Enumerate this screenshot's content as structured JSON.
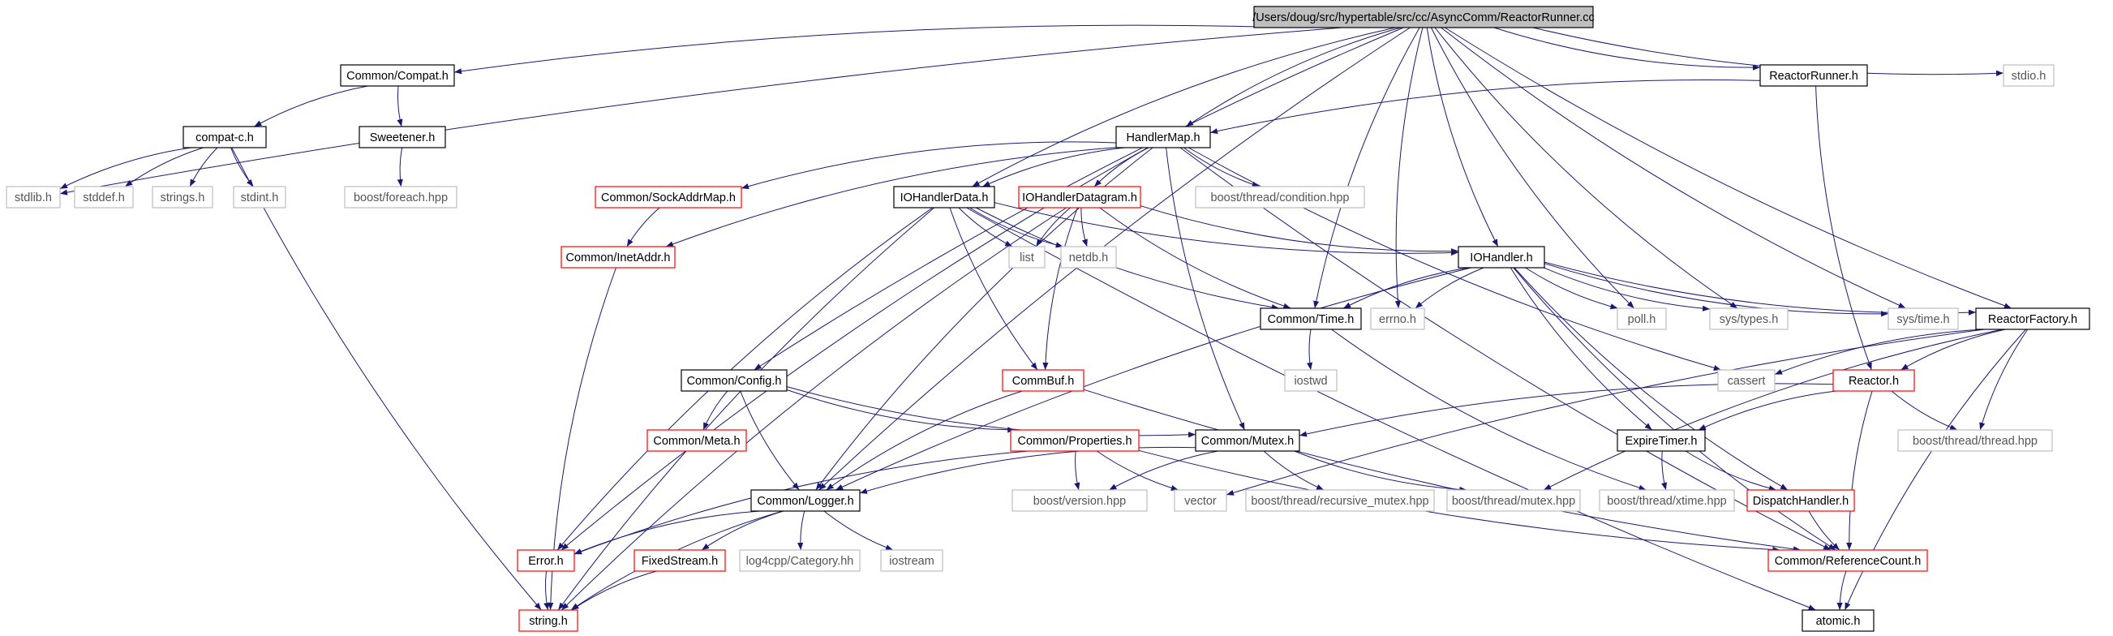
{
  "graph": {
    "root": "/Users/doug/src/hypertable/src/cc/AsyncComm/ReactorRunner.cc",
    "styles": {
      "edge": "#191970",
      "black_border": "#000000",
      "red_border": "#ff0000",
      "gray_border": "#bfbfbf",
      "root_fill": "#bfbfbf",
      "node_fill": "#ffffff",
      "missing_text": "#555555"
    },
    "nodes": [
      {
        "id": "root",
        "label": "/Users/doug/src/hypertable/src/cc/AsyncComm/ReactorRunner.cc",
        "style": "root"
      },
      {
        "id": "compat",
        "label": "Common/Compat.h",
        "style": "black"
      },
      {
        "id": "reactorrunner",
        "label": "ReactorRunner.h",
        "style": "black"
      },
      {
        "id": "stdio",
        "label": "stdio.h",
        "style": "gray"
      },
      {
        "id": "compatc",
        "label": "compat-c.h",
        "style": "black"
      },
      {
        "id": "sweetener",
        "label": "Sweetener.h",
        "style": "black"
      },
      {
        "id": "handlermap",
        "label": "HandlerMap.h",
        "style": "black"
      },
      {
        "id": "stdlib",
        "label": "stdlib.h",
        "style": "gray"
      },
      {
        "id": "stddef",
        "label": "stddef.h",
        "style": "gray"
      },
      {
        "id": "strings",
        "label": "strings.h",
        "style": "gray"
      },
      {
        "id": "stdint",
        "label": "stdint.h",
        "style": "gray"
      },
      {
        "id": "foreach",
        "label": "boost/foreach.hpp",
        "style": "gray"
      },
      {
        "id": "sockaddrmap",
        "label": "Common/SockAddrMap.h",
        "style": "red"
      },
      {
        "id": "iohandlerdata",
        "label": "IOHandlerData.h",
        "style": "black"
      },
      {
        "id": "iohandlerdatagram",
        "label": "IOHandlerDatagram.h",
        "style": "red"
      },
      {
        "id": "condition",
        "label": "boost/thread/condition.hpp",
        "style": "gray"
      },
      {
        "id": "inetaddr",
        "label": "Common/InetAddr.h",
        "style": "red"
      },
      {
        "id": "list",
        "label": "list",
        "style": "gray"
      },
      {
        "id": "netdb",
        "label": "netdb.h",
        "style": "gray"
      },
      {
        "id": "iohandler",
        "label": "IOHandler.h",
        "style": "black"
      },
      {
        "id": "time",
        "label": "Common/Time.h",
        "style": "black"
      },
      {
        "id": "errno",
        "label": "errno.h",
        "style": "gray"
      },
      {
        "id": "poll",
        "label": "poll.h",
        "style": "gray"
      },
      {
        "id": "systypes",
        "label": "sys/types.h",
        "style": "gray"
      },
      {
        "id": "systime",
        "label": "sys/time.h",
        "style": "gray"
      },
      {
        "id": "reactorfactory",
        "label": "ReactorFactory.h",
        "style": "black"
      },
      {
        "id": "config",
        "label": "Common/Config.h",
        "style": "black"
      },
      {
        "id": "commbuf",
        "label": "CommBuf.h",
        "style": "red"
      },
      {
        "id": "iostwd",
        "label": "iostwd",
        "style": "gray"
      },
      {
        "id": "cassert",
        "label": "cassert",
        "style": "gray"
      },
      {
        "id": "reactor",
        "label": "Reactor.h",
        "style": "red"
      },
      {
        "id": "meta",
        "label": "Common/Meta.h",
        "style": "red"
      },
      {
        "id": "properties",
        "label": "Common/Properties.h",
        "style": "red"
      },
      {
        "id": "mutex",
        "label": "Common/Mutex.h",
        "style": "black"
      },
      {
        "id": "expiretimer",
        "label": "ExpireTimer.h",
        "style": "black"
      },
      {
        "id": "threadhpp",
        "label": "boost/thread/thread.hpp",
        "style": "gray"
      },
      {
        "id": "logger",
        "label": "Common/Logger.h",
        "style": "black"
      },
      {
        "id": "version",
        "label": "boost/version.hpp",
        "style": "gray"
      },
      {
        "id": "vector",
        "label": "vector",
        "style": "gray"
      },
      {
        "id": "recmutex",
        "label": "boost/thread/recursive_mutex.hpp",
        "style": "gray"
      },
      {
        "id": "mutexhpp",
        "label": "boost/thread/mutex.hpp",
        "style": "gray"
      },
      {
        "id": "xtime",
        "label": "boost/thread/xtime.hpp",
        "style": "gray"
      },
      {
        "id": "dispatch",
        "label": "DispatchHandler.h",
        "style": "red"
      },
      {
        "id": "error",
        "label": "Error.h",
        "style": "red"
      },
      {
        "id": "fixedstream",
        "label": "FixedStream.h",
        "style": "red"
      },
      {
        "id": "log4cpp",
        "label": "log4cpp/Category.hh",
        "style": "gray"
      },
      {
        "id": "iostream",
        "label": "iostream",
        "style": "gray"
      },
      {
        "id": "refcount",
        "label": "Common/ReferenceCount.h",
        "style": "red"
      },
      {
        "id": "string",
        "label": "string.h",
        "style": "red"
      },
      {
        "id": "atomic",
        "label": "atomic.h",
        "style": "black"
      }
    ],
    "edges": [
      [
        "root",
        "compat"
      ],
      [
        "root",
        "reactorrunner"
      ],
      [
        "root",
        "stdio"
      ],
      [
        "root",
        "stdlib"
      ],
      [
        "root",
        "handlermap"
      ],
      [
        "root",
        "iohandlerdata"
      ],
      [
        "root",
        "iohandler"
      ],
      [
        "root",
        "time"
      ],
      [
        "root",
        "errno"
      ],
      [
        "root",
        "poll"
      ],
      [
        "root",
        "systypes"
      ],
      [
        "root",
        "systime"
      ],
      [
        "root",
        "reactorfactory"
      ],
      [
        "root",
        "config"
      ],
      [
        "root",
        "logger"
      ],
      [
        "compat",
        "compatc"
      ],
      [
        "compat",
        "sweetener"
      ],
      [
        "compatc",
        "stdlib"
      ],
      [
        "compatc",
        "stddef"
      ],
      [
        "compatc",
        "strings"
      ],
      [
        "compatc",
        "stdint"
      ],
      [
        "compatc",
        "string"
      ],
      [
        "sweetener",
        "foreach"
      ],
      [
        "reactorrunner",
        "handlermap"
      ],
      [
        "reactorrunner",
        "reactor"
      ],
      [
        "handlermap",
        "sockaddrmap"
      ],
      [
        "handlermap",
        "iohandlerdata"
      ],
      [
        "handlermap",
        "iohandlerdatagram"
      ],
      [
        "handlermap",
        "condition"
      ],
      [
        "handlermap",
        "inetaddr"
      ],
      [
        "handlermap",
        "error"
      ],
      [
        "handlermap",
        "logger"
      ],
      [
        "handlermap",
        "mutex"
      ],
      [
        "handlermap",
        "refcount"
      ],
      [
        "handlermap",
        "cassert"
      ],
      [
        "sockaddrmap",
        "inetaddr"
      ],
      [
        "inetaddr",
        "string"
      ],
      [
        "iohandlerdata",
        "list"
      ],
      [
        "iohandlerdata",
        "netdb"
      ],
      [
        "iohandlerdata",
        "iohandler"
      ],
      [
        "iohandlerdata",
        "time"
      ],
      [
        "iohandlerdata",
        "commbuf"
      ],
      [
        "iohandlerdata",
        "error"
      ],
      [
        "iohandlerdata",
        "string"
      ],
      [
        "iohandlerdata",
        "atomic"
      ],
      [
        "iohandlerdatagram",
        "list"
      ],
      [
        "iohandlerdatagram",
        "netdb"
      ],
      [
        "iohandlerdatagram",
        "iohandler"
      ],
      [
        "iohandlerdatagram",
        "time"
      ],
      [
        "iohandlerdatagram",
        "commbuf"
      ],
      [
        "iohandlerdatagram",
        "string"
      ],
      [
        "iohandler",
        "time"
      ],
      [
        "iohandler",
        "errno"
      ],
      [
        "iohandler",
        "poll"
      ],
      [
        "iohandler",
        "systypes"
      ],
      [
        "iohandler",
        "systime"
      ],
      [
        "iohandler",
        "reactorfactory"
      ],
      [
        "iohandler",
        "expiretimer"
      ],
      [
        "iohandler",
        "dispatch"
      ],
      [
        "iohandler",
        "refcount"
      ],
      [
        "iohandler",
        "logger"
      ],
      [
        "time",
        "iostwd"
      ],
      [
        "time",
        "xtime"
      ],
      [
        "reactorfactory",
        "cassert"
      ],
      [
        "reactorfactory",
        "reactor"
      ],
      [
        "reactorfactory",
        "threadhpp"
      ],
      [
        "reactorfactory",
        "vector"
      ],
      [
        "reactorfactory",
        "mutexhpp"
      ],
      [
        "reactorfactory",
        "atomic"
      ],
      [
        "reactor",
        "mutex"
      ],
      [
        "reactor",
        "expiretimer"
      ],
      [
        "reactor",
        "threadhpp"
      ],
      [
        "reactor",
        "refcount"
      ],
      [
        "config",
        "meta"
      ],
      [
        "config",
        "properties"
      ],
      [
        "config",
        "logger"
      ],
      [
        "config",
        "mutex"
      ],
      [
        "commbuf",
        "logger"
      ],
      [
        "commbuf",
        "refcount"
      ],
      [
        "properties",
        "error"
      ],
      [
        "properties",
        "version"
      ],
      [
        "properties",
        "vector"
      ],
      [
        "properties",
        "refcount"
      ],
      [
        "mutex",
        "logger"
      ],
      [
        "mutex",
        "version"
      ],
      [
        "mutex",
        "recmutex"
      ],
      [
        "mutex",
        "mutexhpp"
      ],
      [
        "expiretimer",
        "xtime"
      ],
      [
        "expiretimer",
        "dispatch"
      ],
      [
        "dispatch",
        "refcount"
      ],
      [
        "logger",
        "error"
      ],
      [
        "logger",
        "fixedstream"
      ],
      [
        "logger",
        "log4cpp"
      ],
      [
        "logger",
        "iostream"
      ],
      [
        "logger",
        "string"
      ],
      [
        "error",
        "string"
      ],
      [
        "fixedstream",
        "string"
      ],
      [
        "refcount",
        "atomic"
      ]
    ]
  }
}
